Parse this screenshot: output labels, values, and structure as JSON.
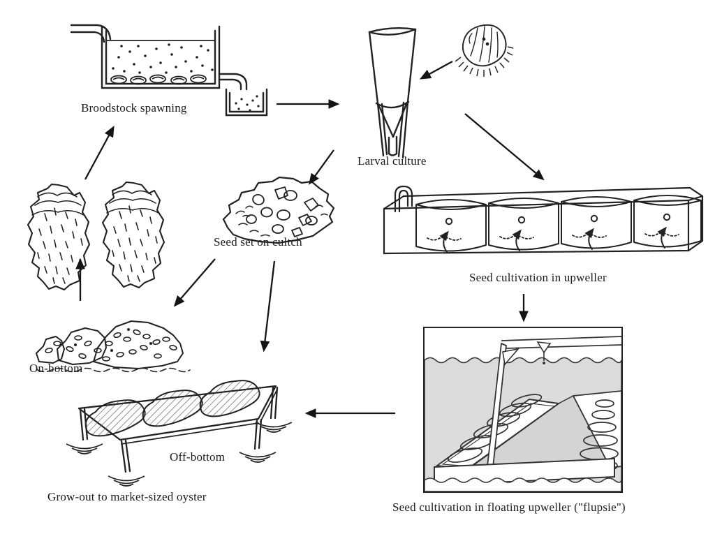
{
  "figure": {
    "description": "Oyster aquaculture production cycle diagram (hand-drawn line art)",
    "colors": {
      "background": "#ffffff",
      "ink": "#222222",
      "arrow_ink": "#141414",
      "water_fill": "#dcdcdc",
      "walkway_fill": "#d4d4d4"
    }
  },
  "labels": {
    "broodstock": "Broodstock spawning",
    "larval_culture": "Larval culture",
    "seed_cultch": "Seed set on cultch",
    "upweller": "Seed cultivation in upweller",
    "flupsie": "Seed cultivation in floating upweller (\"flupsie\")",
    "on_bottom": "On-bottom",
    "off_bottom": "Off-bottom",
    "grow_out": "Grow-out to market-sized oyster"
  },
  "flow_edges": [
    {
      "from": "broodstock-spawning",
      "to": "larval-culture"
    },
    {
      "from": "oyster-larva",
      "to": "larval-culture"
    },
    {
      "from": "larval-culture",
      "to": "seed-set-on-cultch"
    },
    {
      "from": "larval-culture",
      "to": "seed-cultivation-upweller"
    },
    {
      "from": "seed-cultivation-upweller",
      "to": "floating-upweller-flupsie"
    },
    {
      "from": "floating-upweller-flupsie",
      "to": "off-bottom-rack"
    },
    {
      "from": "seed-set-on-cultch",
      "to": "on-bottom-pile"
    },
    {
      "from": "seed-set-on-cultch",
      "to": "off-bottom-rack"
    },
    {
      "from": "on-bottom-pile",
      "to": "market-sized-oysters"
    },
    {
      "from": "market-sized-oysters",
      "to": "broodstock-spawning"
    }
  ]
}
